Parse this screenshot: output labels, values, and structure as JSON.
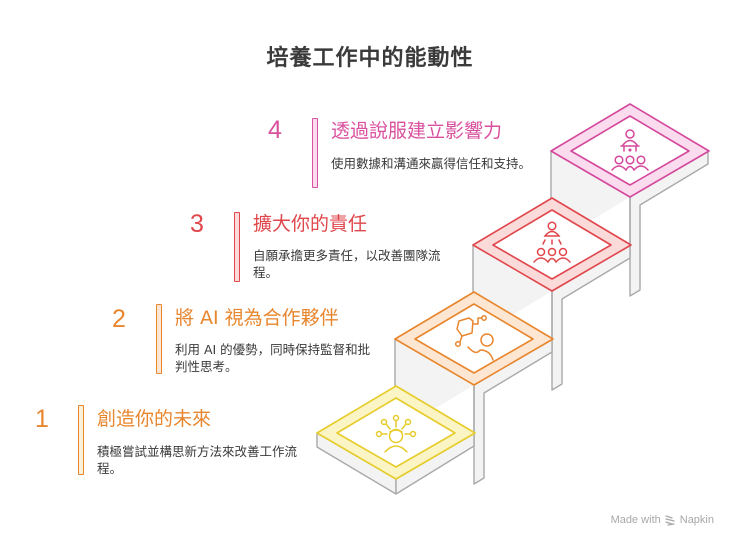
{
  "title": "培養工作中的能動性",
  "steps": [
    {
      "number": "1",
      "heading": "創造你的未來",
      "description": "積極嘗試並構思新方法來改善工作流程。",
      "color": "#e8862e",
      "tile_color": "#e6cc2a",
      "tile_fill": "#fbf5c6",
      "icon": "idea-person-icon"
    },
    {
      "number": "2",
      "heading": "將 AI 視為合作夥伴",
      "description": "利用 AI 的優勢，同時保持監督和批判性思考。",
      "color": "#e8862e",
      "tile_color": "#e8862e",
      "tile_fill": "#fde6d2",
      "icon": "ai-robot-collaboration-icon"
    },
    {
      "number": "3",
      "heading": "擴大你的責任",
      "description": "自願承擔更多責任，以改善團隊流程。",
      "color": "#e0474c",
      "tile_color": "#e0474c",
      "tile_fill": "#fbdada",
      "icon": "leader-team-icon"
    },
    {
      "number": "4",
      "heading": "透過說服建立影響力",
      "description": "使用數據和溝通來贏得信任和支持。",
      "color": "#d9509e",
      "tile_color": "#d4489c",
      "tile_fill": "#fbdcef",
      "icon": "presenter-audience-icon"
    }
  ],
  "footer": {
    "prefix": "Made with",
    "brand": "Napkin"
  }
}
